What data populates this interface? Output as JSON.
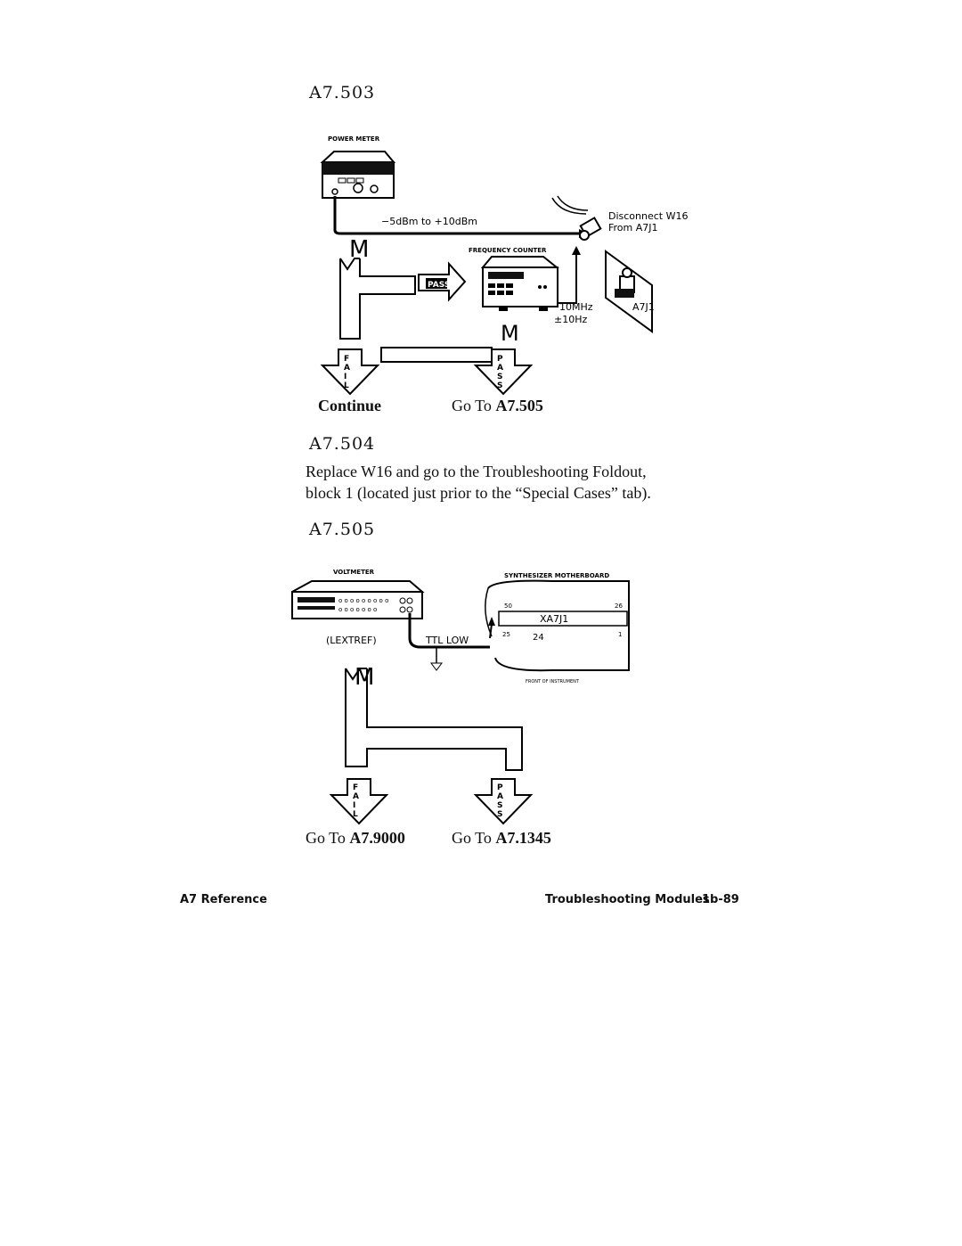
{
  "section_503": {
    "heading": "A7.503",
    "power_meter_label": "POWER METER",
    "level_text": "−5dBm  to  +10dBm",
    "disconnect_text": "Disconnect  W16",
    "from_text": "From  A7J1",
    "counter_label": "FREQUENCY COUNTER",
    "pass_badge": "PASS",
    "freq_text": "10MHz",
    "tol_text": "±10Hz",
    "connector_label": "A7J1",
    "fail_letters": "FAIL",
    "pass_letters": "PASS",
    "m_letter": "M",
    "continue_label": "Continue",
    "goto_prefix": "Go To",
    "goto_target": "A7.505"
  },
  "section_504": {
    "heading": "A7.504",
    "body_line1": "Replace W16 and go to the Troubleshooting Foldout,",
    "body_line2": "block 1 (located just prior to the “Special Cases” tab)."
  },
  "section_505": {
    "heading": "A7.505",
    "voltmeter_label": "VOLTMETER",
    "motherboard_label": "SYNTHESIZER MOTHERBOARD",
    "lextref_label": "(LEXTREF)",
    "ttl_label": "TTL  LOW",
    "xa7j1_label": "XA7J1",
    "pin_50": "50",
    "pin_26": "26",
    "pin_25": "25",
    "pin_24": "24",
    "pin_1": "1",
    "front_label": "FRONT  OF  INSTRUMENT",
    "fail_letters": "FAIL",
    "pass_letters": "PASS",
    "m_letter": "M",
    "goto_prefix": "Go To",
    "fail_target": "A7.9000",
    "pass_target": "A7.1345"
  },
  "footer": {
    "left": "A7 Reference",
    "right": "Troubleshooting Modules",
    "page": "1b-89"
  }
}
